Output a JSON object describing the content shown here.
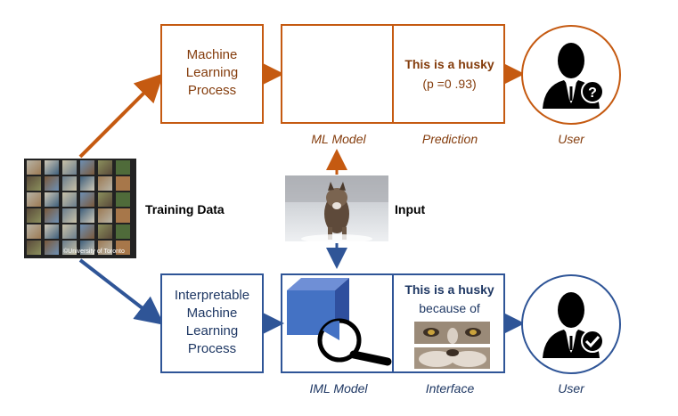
{
  "top": {
    "process_lines": [
      "Machine",
      "Learning",
      "Process"
    ],
    "model_caption": "ML Model",
    "prediction_title": "This is a husky",
    "prediction_value": "(p =0 .93)",
    "prediction_caption": "Prediction",
    "user_caption": "User",
    "user_badge_icon": "question-mark-icon"
  },
  "center": {
    "training_label": "Training Data",
    "training_credit": "©University of Toronto",
    "input_label": "Input"
  },
  "bottom": {
    "process_lines": [
      "Interpretable",
      "Machine",
      "Learning",
      "Process"
    ],
    "model_caption": "IML Model",
    "interface_title": "This is a husky",
    "interface_sub": "because of",
    "interface_caption": "Interface",
    "user_caption": "User",
    "user_badge_icon": "checkmark-icon"
  },
  "colors": {
    "orange": "#c55a11",
    "blue": "#2f5597"
  }
}
